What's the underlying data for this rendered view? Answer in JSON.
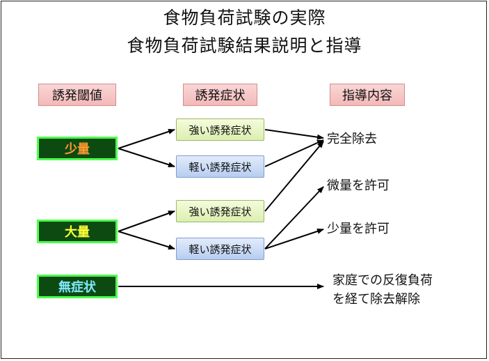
{
  "title": {
    "line1": "食物負荷試験の実際",
    "line2": "食物負荷試験結果説明と指導"
  },
  "headers": {
    "threshold": "誘発閾値",
    "symptoms": "誘発症状",
    "guidance": "指導内容"
  },
  "amounts": {
    "small": "少量",
    "large": "大量",
    "none": "無症状"
  },
  "symptoms": {
    "strong1": "強い誘発症状",
    "mild1": "軽い誘発症状",
    "strong2": "強い誘発症状",
    "mild2": "軽い誘発症状"
  },
  "outcomes": {
    "complete_removal": "完全除去",
    "trace_allowed": "微量を許可",
    "small_allowed": "少量を許可",
    "home_challenge_line1": "家庭での反復負荷",
    "home_challenge_line2": "を経て除去解除"
  },
  "colors": {
    "amount_box_bg": "#0d4a12",
    "amount_box_border": "#4dff4d",
    "small_text": "#ff9a30",
    "large_text": "#ffff3a",
    "none_text": "#7fe9ff"
  }
}
